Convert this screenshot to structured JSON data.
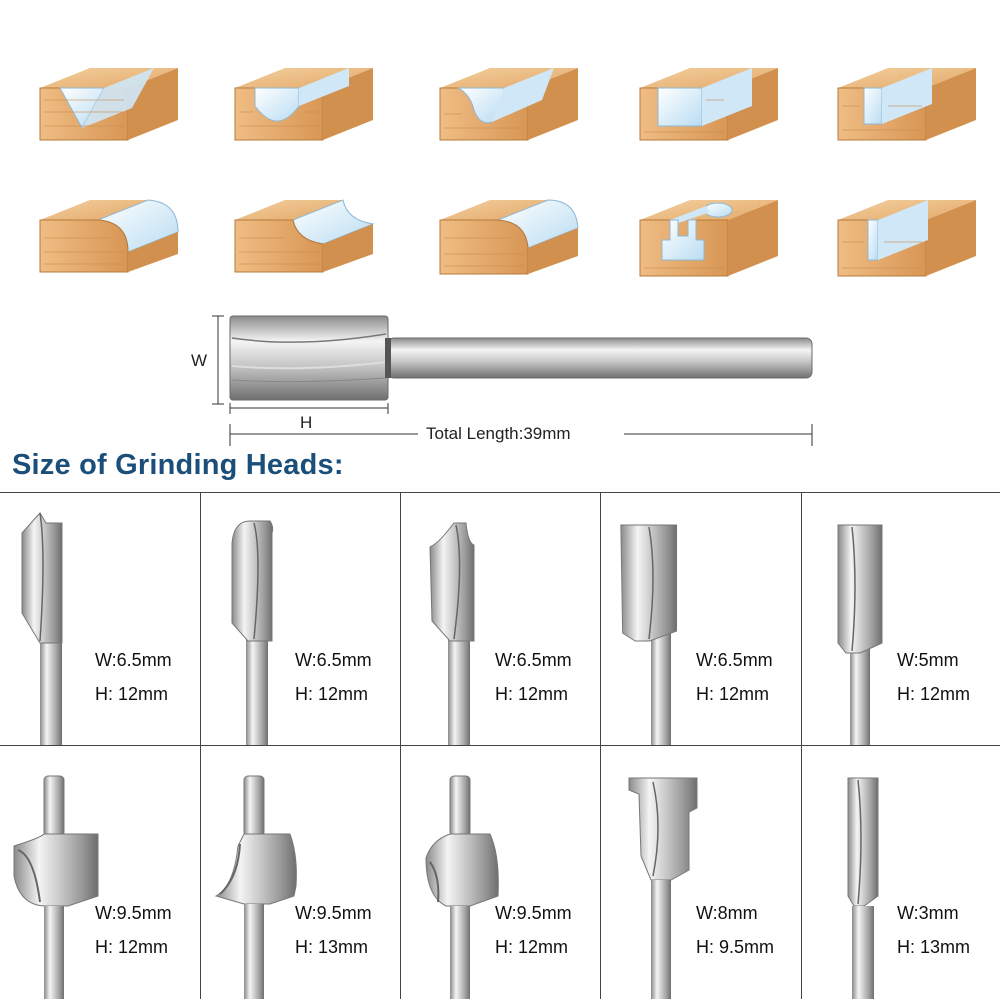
{
  "dimension": {
    "w_label": "W",
    "h_label": "H",
    "total_length_label": "Total Length:39mm"
  },
  "heading": "Size of Grinding Heads:",
  "colors": {
    "heading": "#1b4f7a",
    "wood": "#e6b07a",
    "wood_grain": "#c98a50",
    "groove": "#d6ecf8",
    "steel_light": "#f2f2f2",
    "steel_dark": "#7a7a7a"
  },
  "profiles": [
    {
      "name": "v-groove-profile",
      "icon": "v-groove"
    },
    {
      "name": "round-nose-profile",
      "icon": "round-groove"
    },
    {
      "name": "ogee-profile",
      "icon": "ogee-groove"
    },
    {
      "name": "t-slot-profile",
      "icon": "wide-slot"
    },
    {
      "name": "straight-slot-profile",
      "icon": "narrow-slot"
    },
    {
      "name": "roundover-profile",
      "icon": "roundover-edge"
    },
    {
      "name": "cove-profile",
      "icon": "cove-edge"
    },
    {
      "name": "beading-profile",
      "icon": "bead-edge"
    },
    {
      "name": "keyhole-profile",
      "icon": "keyhole-slot"
    },
    {
      "name": "thin-slot-profile",
      "icon": "thin-slot"
    }
  ],
  "specs": [
    {
      "w": "W:6.5mm",
      "h": "H: 12mm",
      "icon": "v-groove-bit"
    },
    {
      "w": "W:6.5mm",
      "h": "H: 12mm",
      "icon": "round-nose-bit"
    },
    {
      "w": "W:6.5mm",
      "h": "H: 12mm",
      "icon": "ogee-bit"
    },
    {
      "w": "W:6.5mm",
      "h": "H: 12mm",
      "icon": "straight-bit"
    },
    {
      "w": "W:5mm",
      "h": "H: 12mm",
      "icon": "straight-bit"
    },
    {
      "w": "W:9.5mm",
      "h": "H: 12mm",
      "icon": "roundover-bit"
    },
    {
      "w": "W:9.5mm",
      "h": "H: 13mm",
      "icon": "cove-bit"
    },
    {
      "w": "W:9.5mm",
      "h": "H: 12mm",
      "icon": "bead-bit"
    },
    {
      "w": "W:8mm",
      "h": "H: 9.5mm",
      "icon": "t-slot-bit"
    },
    {
      "w": "W:3mm",
      "h": "H: 13mm",
      "icon": "straight-bit"
    }
  ]
}
